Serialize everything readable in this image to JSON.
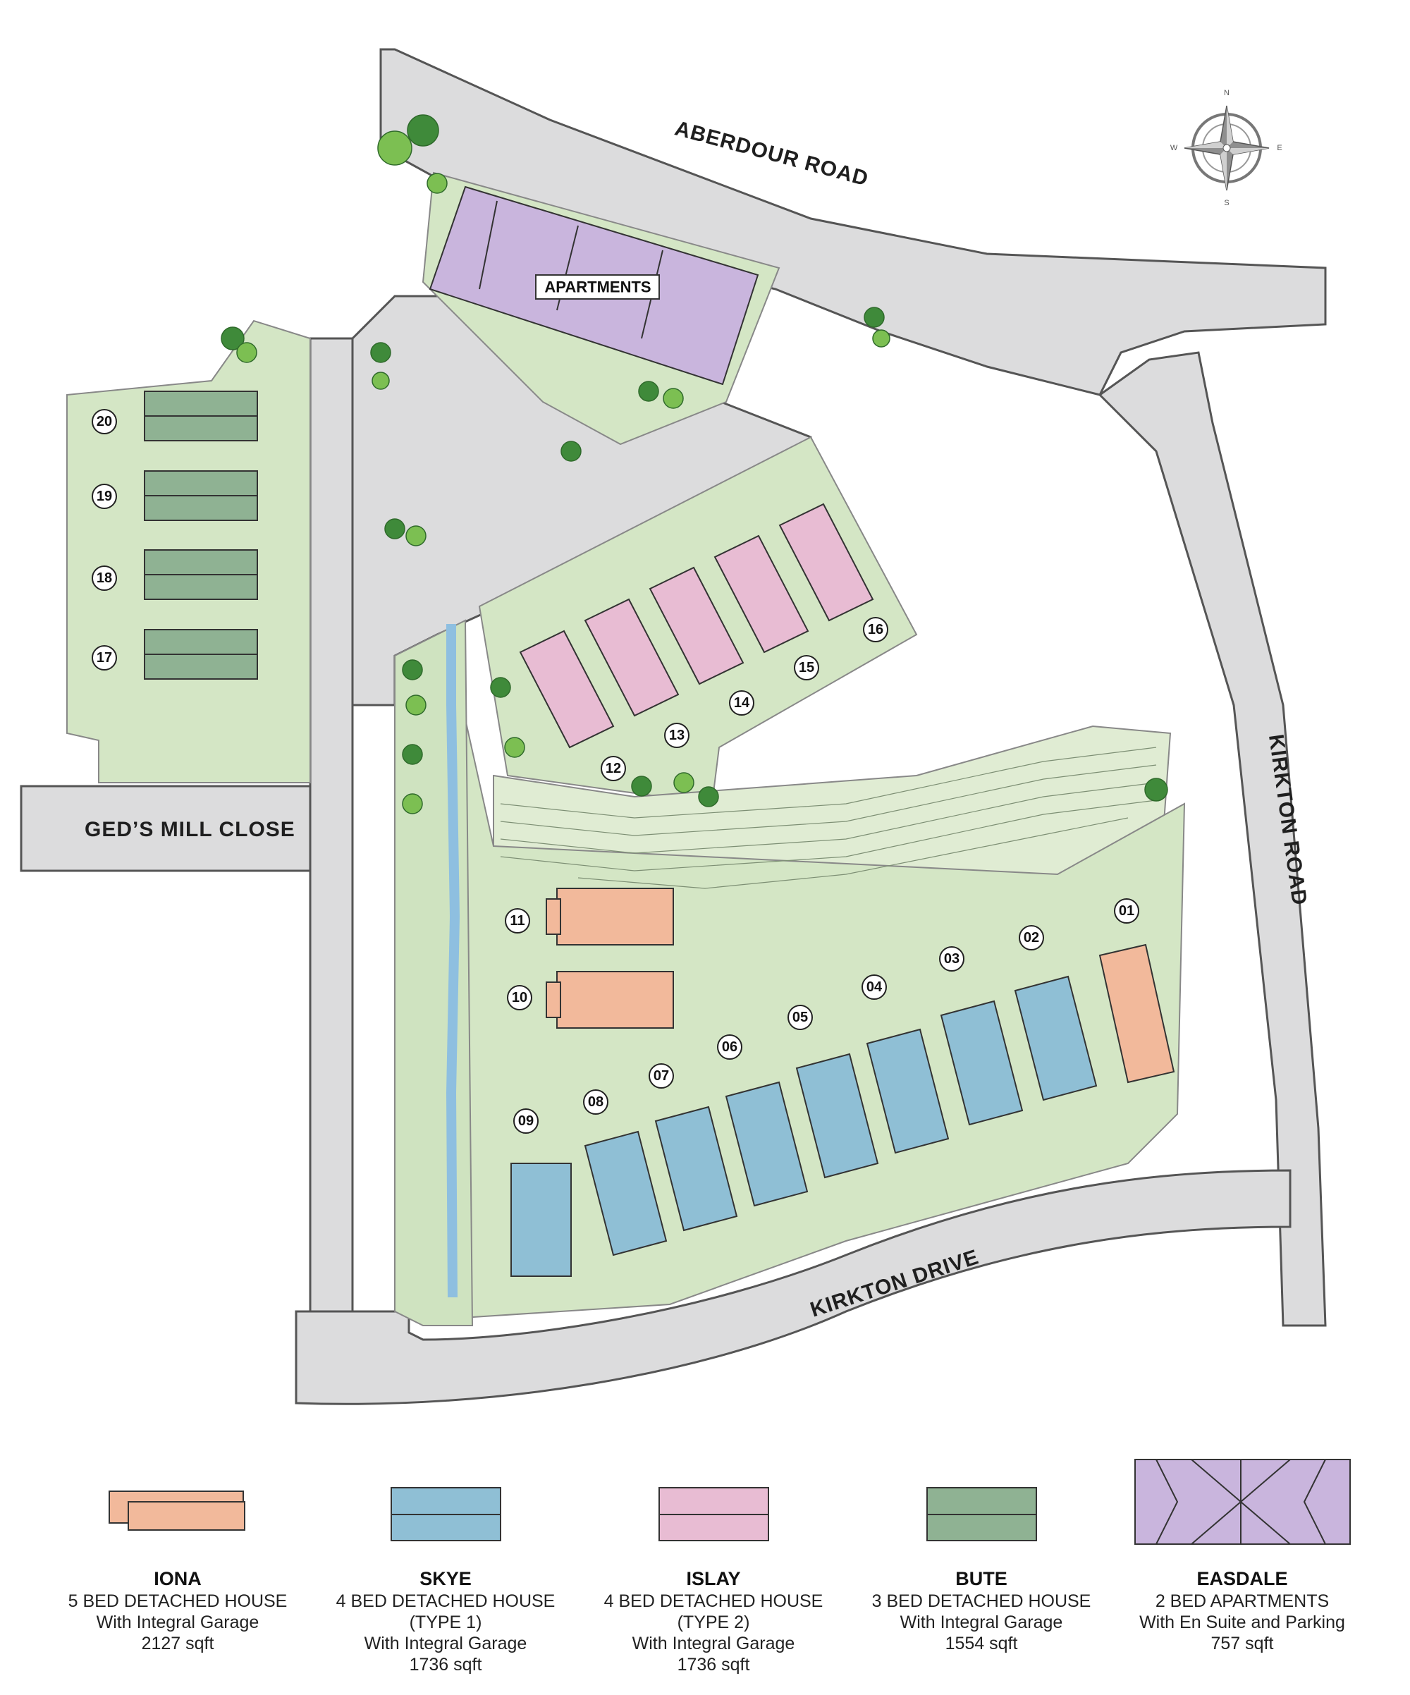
{
  "roads": {
    "aberdour_road": "ABERDOUR ROAD",
    "kirkton_road": "KIRKTON ROAD",
    "kirkton_drive": "KIRKTON DRIVE",
    "geds_mill_close": "GED’S MILL CLOSE"
  },
  "apartments_label": "APARTMENTS",
  "compass": {
    "north": "N",
    "south": "S",
    "east": "E",
    "west": "W"
  },
  "plots": [
    "01",
    "02",
    "03",
    "04",
    "05",
    "06",
    "07",
    "08",
    "09",
    "10",
    "11",
    "12",
    "13",
    "14",
    "15",
    "16",
    "17",
    "18",
    "19",
    "20"
  ],
  "legend": [
    {
      "key": "iona",
      "name": "IONA",
      "lines": [
        "5 BED DETACHED HOUSE",
        "With Integral Garage",
        "2127 sqft"
      ],
      "color": "#f2b99b"
    },
    {
      "key": "skye",
      "name": "SKYE",
      "lines": [
        "4 BED DETACHED HOUSE",
        "(TYPE 1)",
        "With Integral Garage",
        "1736 sqft"
      ],
      "color": "#8fbfd5"
    },
    {
      "key": "islay",
      "name": "ISLAY",
      "lines": [
        "4 BED DETACHED HOUSE",
        "(TYPE 2)",
        "With Integral Garage",
        "1736 sqft"
      ],
      "color": "#e8bcd3"
    },
    {
      "key": "bute",
      "name": "BUTE",
      "lines": [
        "3 BED DETACHED HOUSE",
        "With Integral Garage",
        "1554 sqft"
      ],
      "color": "#8fb293"
    },
    {
      "key": "easdale",
      "name": "EASDALE",
      "lines": [
        "2 BED APARTMENTS",
        "With En Suite and Parking",
        "757 sqft"
      ],
      "color": "#c9b5dd"
    }
  ],
  "colors": {
    "road": "#dcdcdd",
    "grass": "#d4e6c5",
    "grass_light": "#e6f0dc",
    "stream": "#8ebfe0",
    "tree_dark": "#3f8a3a",
    "tree_light": "#7cbf52"
  }
}
